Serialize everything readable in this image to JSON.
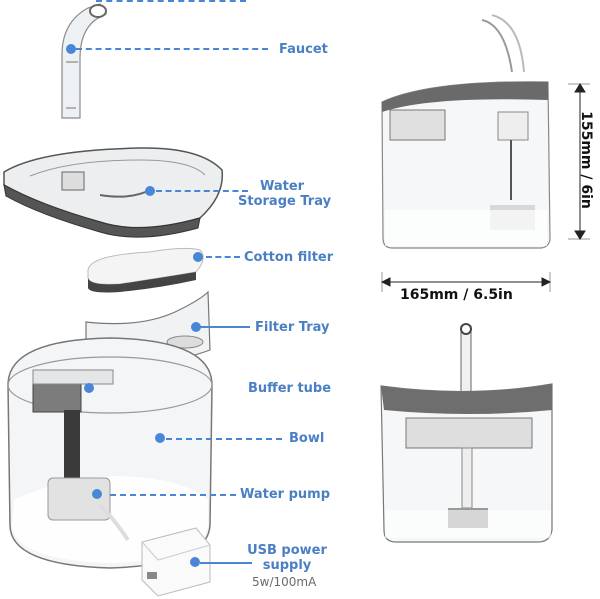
{
  "diagram": {
    "type": "exploded product diagram",
    "subject": "pet water fountain",
    "accent_color": "#4a86d8",
    "label_color": "#4a7fc4",
    "parts": [
      {
        "id": "faucet",
        "label": "Faucet"
      },
      {
        "id": "water-storage-tray",
        "label_line1": "Water",
        "label_line2": "Storage Tray"
      },
      {
        "id": "cotton-filter",
        "label": "Cotton filter"
      },
      {
        "id": "filter-tray",
        "label": "Filter Tray"
      },
      {
        "id": "buffer-tube",
        "label": "Buffer tube"
      },
      {
        "id": "bowl",
        "label": "Bowl"
      },
      {
        "id": "water-pump",
        "label": "Water pump"
      },
      {
        "id": "usb-power-supply",
        "label_line1": "USB power",
        "label_line2": "supply",
        "spec": "5w/100mA"
      }
    ],
    "dimensions": {
      "height": "155mm / 6in",
      "width": "165mm / 6.5in"
    }
  }
}
